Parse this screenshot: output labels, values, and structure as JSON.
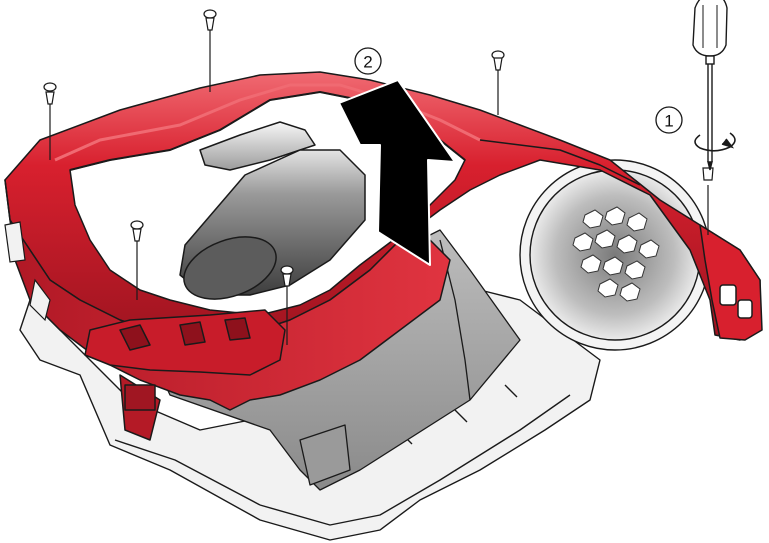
{
  "steps": [
    {
      "number": "1",
      "action": "unscrew-screws"
    },
    {
      "number": "2",
      "action": "lift-housing-cover"
    }
  ],
  "colors": {
    "housing_red": "#d8202e",
    "housing_red_dark": "#9e1420",
    "housing_red_light": "#ee5a64",
    "body_grey": "#8c8c8c",
    "body_grey_light": "#cfcfcf",
    "base_white": "#f2f2f2",
    "outline": "#1a1a1a",
    "arrow": "#000000"
  }
}
